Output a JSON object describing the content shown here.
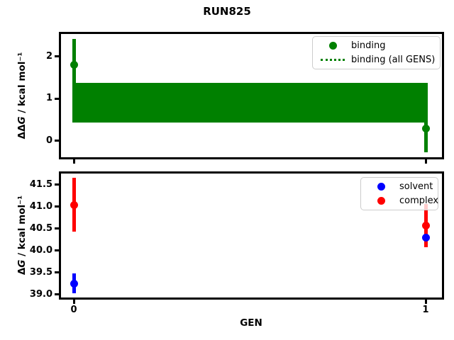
{
  "figure": {
    "title": "RUN825",
    "background": "#ffffff"
  },
  "chart_data": [
    {
      "type": "errorbar",
      "subplot": "top",
      "ylabel": {
        "pre": "ΔΔ",
        "var": "G",
        "post": " / kcal mol⁻¹"
      },
      "xlabel": "",
      "xlim": [
        -0.043,
        1.052
      ],
      "ylim": [
        -0.45,
        2.58
      ],
      "yticks": [
        0,
        1,
        2
      ],
      "yticklabels": [
        "0",
        "1",
        "2"
      ],
      "xticks": [
        0,
        1
      ],
      "xticklabels": [],
      "grid": false,
      "series": [
        {
          "name": "binding",
          "style": "errorbar",
          "color": "#008000",
          "x": [
            0,
            1
          ],
          "y": [
            1.79,
            0.28
          ],
          "yerr": [
            0.63,
            0.56
          ]
        },
        {
          "name": "binding (all GENS)",
          "style": "band",
          "color": "#008000",
          "x_range": [
            0,
            1
          ],
          "y_center": 0.9,
          "y_halfwidth": 0.47
        }
      ],
      "legend": {
        "position": "upper right",
        "entries": [
          {
            "label": "binding",
            "marker": "circle",
            "color": "#008000"
          },
          {
            "label": "binding (all GENS)",
            "marker": "dotted-line",
            "color": "#008000"
          }
        ]
      }
    },
    {
      "type": "errorbar",
      "subplot": "bottom",
      "ylabel": {
        "pre": "Δ",
        "var": "G",
        "post": " / kcal mol⁻¹"
      },
      "xlabel": "GEN",
      "xlim": [
        -0.043,
        1.052
      ],
      "ylim": [
        38.87,
        41.79
      ],
      "yticks": [
        39.0,
        39.5,
        40.0,
        40.5,
        41.0,
        41.5
      ],
      "yticklabels": [
        "39.0",
        "39.5",
        "40.0",
        "40.5",
        "41.0",
        "41.5"
      ],
      "xticks": [
        0,
        1
      ],
      "xticklabels": [
        "0",
        "1"
      ],
      "grid": false,
      "series": [
        {
          "name": "solvent",
          "style": "errorbar",
          "color": "#0000ff",
          "x": [
            0,
            1
          ],
          "y": [
            39.25,
            40.29
          ],
          "yerr": [
            0.22,
            0.16
          ]
        },
        {
          "name": "complex",
          "style": "errorbar",
          "color": "#ff0000",
          "x": [
            0,
            1
          ],
          "y": [
            41.04,
            40.57
          ],
          "yerr": [
            0.62,
            0.49
          ]
        }
      ],
      "legend": {
        "position": "upper right",
        "entries": [
          {
            "label": "solvent",
            "marker": "circle",
            "color": "#0000ff"
          },
          {
            "label": "complex",
            "marker": "circle",
            "color": "#ff0000"
          }
        ]
      }
    }
  ]
}
